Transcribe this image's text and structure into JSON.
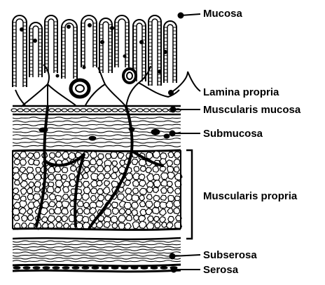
{
  "labels": {
    "mucosa": "Mucosa",
    "lamina_propria": "Lamina propria",
    "muscularis_mucosa": "Muscularis mucosa",
    "submucosa": "Submucosa",
    "muscularis_propria": "Muscularis propria",
    "subserosa": "Subserosa",
    "serosa": "Serosa"
  },
  "colors": {
    "ink": "#000000",
    "background": "#ffffff"
  }
}
